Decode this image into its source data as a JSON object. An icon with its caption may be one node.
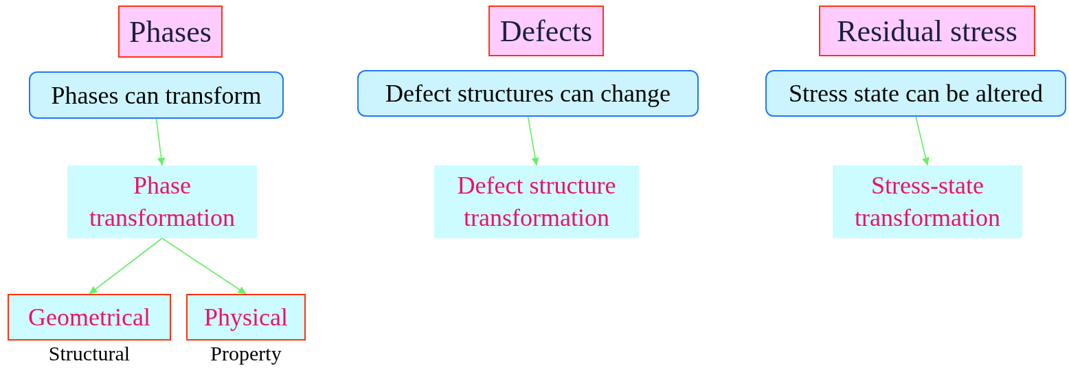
{
  "diagram": {
    "nodes": [
      {
        "text": [
          "Phases"
        ]
      },
      {
        "text": [
          "Defects"
        ]
      },
      {
        "text": [
          "Residual stress"
        ]
      },
      {
        "text": [
          "Phases can transform"
        ]
      },
      {
        "text": [
          "Defect structures can change"
        ]
      },
      {
        "text": [
          "Stress state can be altered"
        ]
      },
      {
        "text": [
          "Phase transformation"
        ]
      },
      {
        "text": [
          "Defect structure transformation"
        ]
      },
      {
        "text": [
          "Stress-state transformation"
        ]
      },
      {
        "text": [
          "Geometrical"
        ],
        "beside": [
          "Structural"
        ]
      },
      {
        "text": [
          "Physical"
        ],
        "beside": [
          "Property"
        ]
      }
    ],
    "edges": [
      {
        "from": 3,
        "to": 6,
        "arrow": "to"
      },
      {
        "from": 4,
        "to": 7,
        "arrow": "to"
      },
      {
        "from": 5,
        "to": 8,
        "arrow": "to"
      },
      {
        "from": 6,
        "to": 9,
        "arrow": "to"
      },
      {
        "from": 6,
        "to": 10,
        "arrow": "to"
      }
    ]
  }
}
